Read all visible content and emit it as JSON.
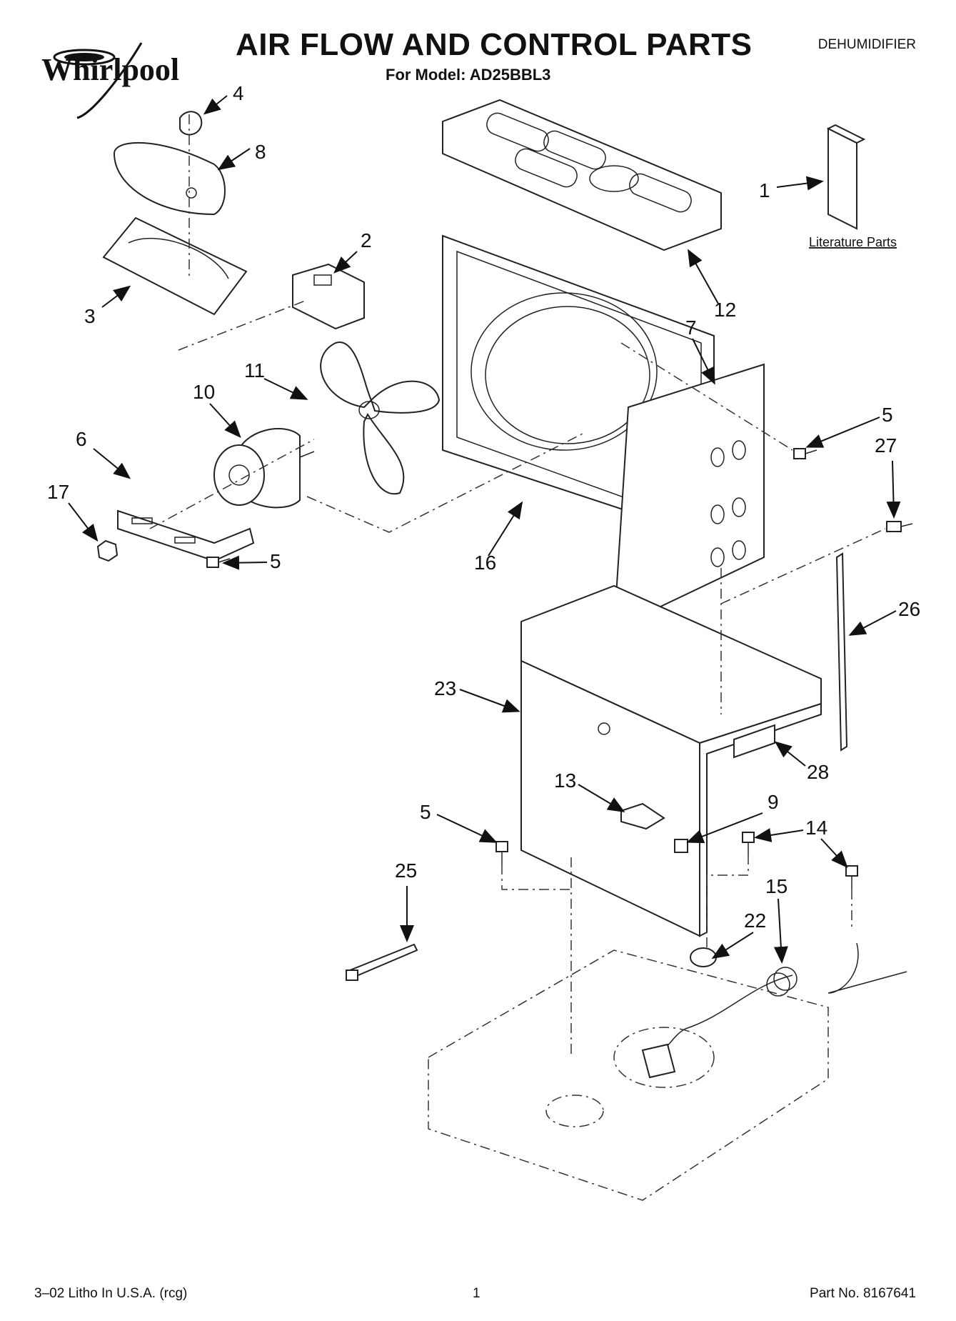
{
  "header": {
    "brand": "Whirlpool",
    "title": "AIR FLOW AND CONTROL PARTS",
    "model_line": "For Model: AD25BBL3",
    "category": "DEHUMIDIFIER"
  },
  "callouts": {
    "c1": "1",
    "c2": "2",
    "c3": "3",
    "c4": "4",
    "c5a": "5",
    "c5b": "5",
    "c5c": "5",
    "c6": "6",
    "c7": "7",
    "c8": "8",
    "c9": "9",
    "c10": "10",
    "c11": "11",
    "c12": "12",
    "c13": "13",
    "c14": "14",
    "c15": "15",
    "c16": "16",
    "c17": "17",
    "c22": "22",
    "c23": "23",
    "c25": "25",
    "c26": "26",
    "c27": "27",
    "c28": "28"
  },
  "literature_label": "Literature Parts",
  "footer": {
    "left": "3–02 Litho In U.S.A. (rcg)",
    "page": "1",
    "part_no": "Part No. 8167641"
  },
  "colors": {
    "ink": "#111111",
    "paper": "#ffffff"
  }
}
